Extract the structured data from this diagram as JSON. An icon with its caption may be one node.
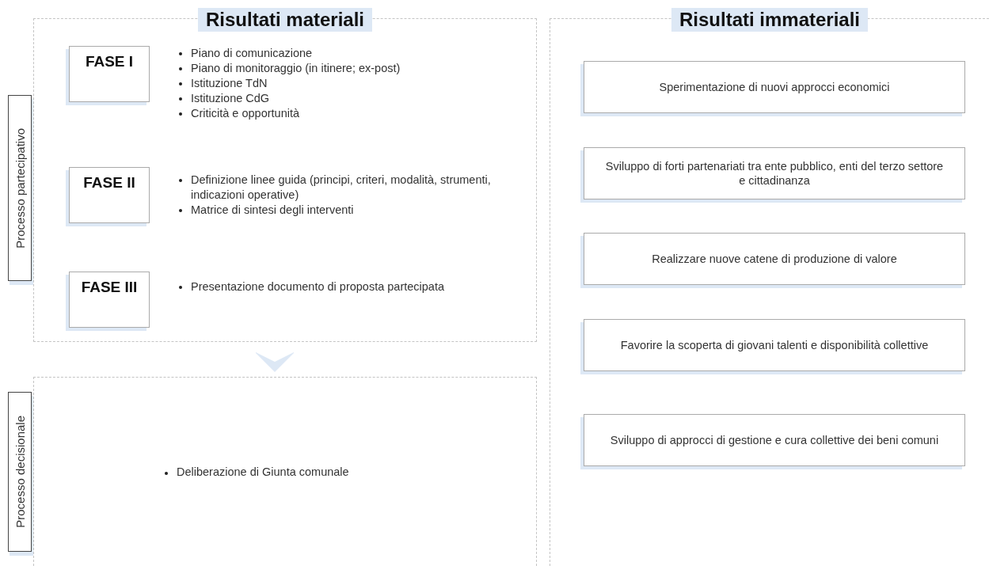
{
  "diagram": {
    "nodes": [
      {
        "text": [
          "Risultati materiali"
        ]
      },
      {
        "text": [
          "Processo partecipativo"
        ]
      },
      {
        "text": [
          "FASE I"
        ],
        "in": 0,
        "beside": [
          "Piano di comunicazione",
          "Piano di monitoraggio (in itinere; ex-post)",
          "Istituzione TdN",
          "Istituzione CdG",
          "Criticità e opportunità"
        ]
      },
      {
        "text": [
          "FASE II"
        ],
        "in": 0,
        "beside": [
          "Definizione linee guida (principi, criteri, modalità, strumenti, indicazioni operative)",
          "Matrice di sintesi degli interventi"
        ]
      },
      {
        "text": [
          "FASE III"
        ],
        "in": 0,
        "beside": [
          "Presentazione documento di proposta partecipata"
        ]
      },
      {
        "text": [
          "Deliberazione di Giunta comunale"
        ]
      },
      {
        "text": [
          "Processo decisionale"
        ]
      },
      {
        "text": [
          "Risultati immateriali"
        ]
      },
      {
        "text": [
          "Sperimentazione di nuovi approcci economici"
        ],
        "in": 7
      },
      {
        "text": [
          "Sviluppo di forti partenariati tra ente pubblico, enti del terzo settore e cittadinanza"
        ],
        "in": 7
      },
      {
        "text": [
          "Realizzare nuove catene di produzione di valore"
        ],
        "in": 7
      },
      {
        "text": [
          "Favorire la scoperta di giovani talenti e disponibilità collettive"
        ],
        "in": 7
      },
      {
        "text": [
          "Sviluppo di approcci di gestione e cura collettive dei beni comuni"
        ],
        "in": 7
      }
    ],
    "edges": [
      {
        "from": 0,
        "to": 5,
        "arrow": "to"
      }
    ]
  }
}
